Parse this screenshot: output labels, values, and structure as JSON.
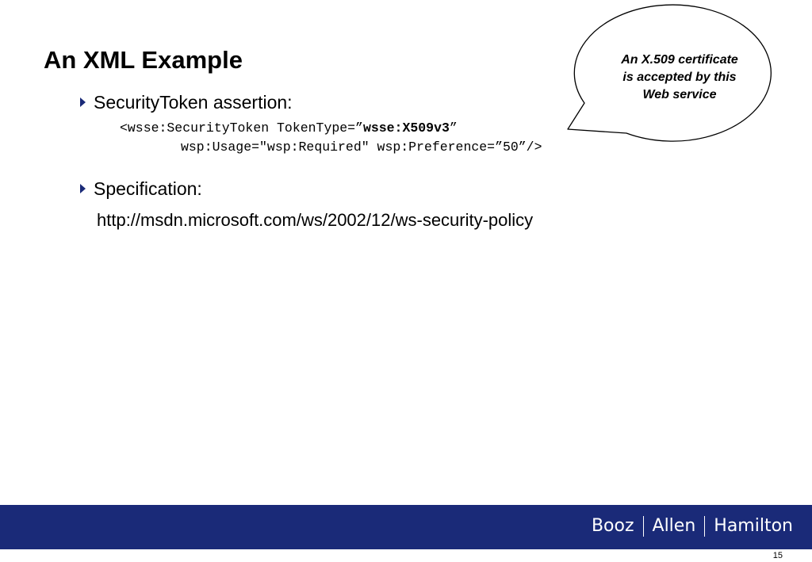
{
  "slide": {
    "title": "An XML Example",
    "bullets": [
      {
        "label": "SecurityToken assertion:"
      },
      {
        "label": "Specification:"
      }
    ],
    "code": {
      "line1_prefix": "<wsse:SecurityToken TokenType=”",
      "line1_bold": "wsse:X509v3",
      "line1_suffix": "”",
      "line2": "wsp:Usage=\"wsp:Required\" wsp:Preference=”50”/>"
    },
    "spec_link": "http://msdn.microsoft.com/ws/2002/12/ws-security-policy",
    "callout": {
      "line1": "An X.509 certificate",
      "line2": "is accepted by this",
      "line3": "Web service"
    }
  },
  "footer": {
    "brand": [
      "Booz",
      "Allen",
      "Hamilton"
    ],
    "page_number": "15",
    "bar_color": "#1a2a78"
  },
  "icons": {
    "bullet": "triangle-right-icon"
  }
}
